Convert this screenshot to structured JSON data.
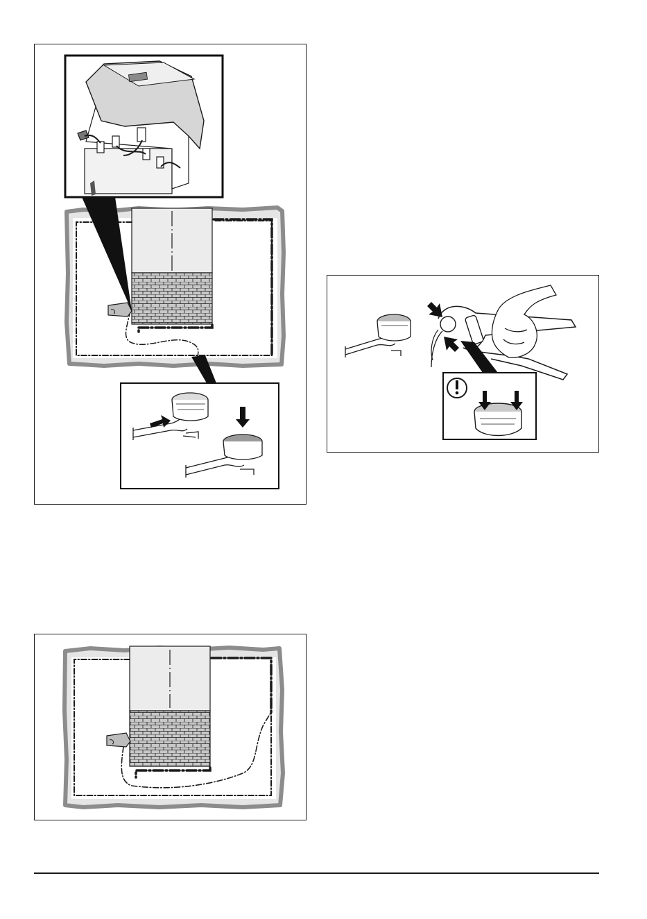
{
  "figures": [
    {
      "id": "fig1",
      "items": [
        "charging-station",
        "lawn-area",
        "boundary-wire",
        "paved-area",
        "connector"
      ]
    },
    {
      "id": "fig2",
      "items": [
        "connector",
        "pliers",
        "warning-symbol"
      ]
    },
    {
      "id": "fig3",
      "items": [
        "lawn-area",
        "boundary-wire",
        "paved-area",
        "charging-station"
      ]
    }
  ],
  "colors": {
    "line": "#1a1a1a",
    "grass_edge": "#8c8c8c",
    "shade": "#e8e8e8",
    "paving": "#bdbdbd"
  },
  "icons": [
    "arrow-icon",
    "warning-icon"
  ]
}
